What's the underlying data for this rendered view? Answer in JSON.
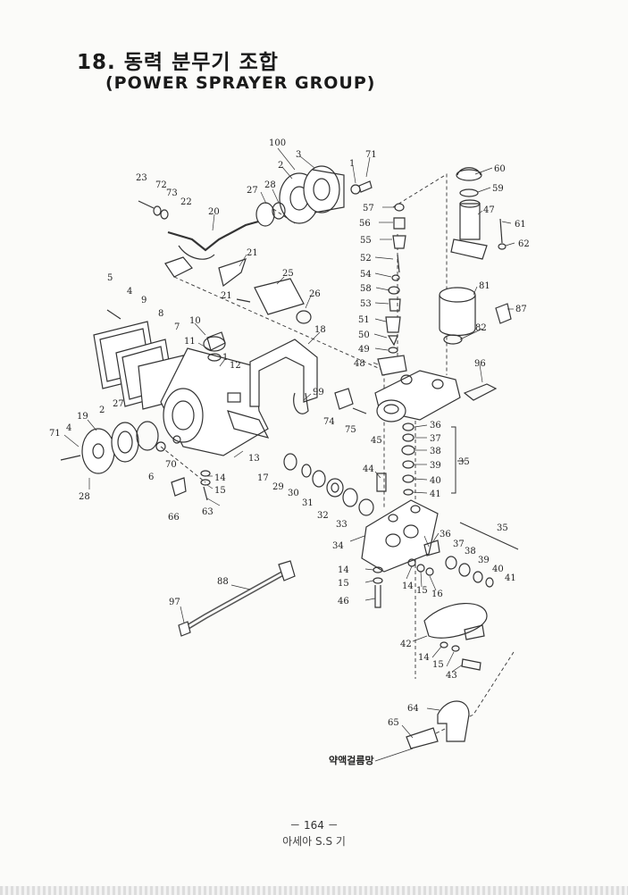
{
  "header": {
    "title_ko": "18. 동력 분무기 조합",
    "title_en": "(POWER SPRAYER GROUP)"
  },
  "callouts": [
    {
      "id": "p100",
      "label": "100"
    },
    {
      "id": "p3a",
      "label": "3"
    },
    {
      "id": "p2a",
      "label": "2"
    },
    {
      "id": "p1a",
      "label": "1"
    },
    {
      "id": "p71a",
      "label": "71"
    },
    {
      "id": "p23",
      "label": "23"
    },
    {
      "id": "p72",
      "label": "72"
    },
    {
      "id": "p73",
      "label": "73"
    },
    {
      "id": "p22",
      "label": "22"
    },
    {
      "id": "p27a",
      "label": "27"
    },
    {
      "id": "p28a",
      "label": "28"
    },
    {
      "id": "p20",
      "label": "20"
    },
    {
      "id": "p21a",
      "label": "21"
    },
    {
      "id": "p21b",
      "label": "21"
    },
    {
      "id": "p25",
      "label": "25"
    },
    {
      "id": "p26",
      "label": "26"
    },
    {
      "id": "p5",
      "label": "5"
    },
    {
      "id": "p4a",
      "label": "4"
    },
    {
      "id": "p9",
      "label": "9"
    },
    {
      "id": "p8",
      "label": "8"
    },
    {
      "id": "p7",
      "label": "7"
    },
    {
      "id": "p10",
      "label": "10"
    },
    {
      "id": "p11",
      "label": "11"
    },
    {
      "id": "p1b",
      "label": "1"
    },
    {
      "id": "p12",
      "label": "12"
    },
    {
      "id": "p18",
      "label": "18"
    },
    {
      "id": "p99",
      "label": "99"
    },
    {
      "id": "p74",
      "label": "74"
    },
    {
      "id": "p75",
      "label": "75"
    },
    {
      "id": "p45",
      "label": "45"
    },
    {
      "id": "p19",
      "label": "19"
    },
    {
      "id": "p2b",
      "label": "2"
    },
    {
      "id": "p27b",
      "label": "27"
    },
    {
      "id": "p71b",
      "label": "71"
    },
    {
      "id": "p4b",
      "label": "4"
    },
    {
      "id": "p28b",
      "label": "28"
    },
    {
      "id": "p6",
      "label": "6"
    },
    {
      "id": "p70",
      "label": "70"
    },
    {
      "id": "p14a",
      "label": "14"
    },
    {
      "id": "p15a",
      "label": "15"
    },
    {
      "id": "p13",
      "label": "13"
    },
    {
      "id": "p17",
      "label": "17"
    },
    {
      "id": "p29",
      "label": "29"
    },
    {
      "id": "p30",
      "label": "30"
    },
    {
      "id": "p31",
      "label": "31"
    },
    {
      "id": "p32",
      "label": "32"
    },
    {
      "id": "p33",
      "label": "33"
    },
    {
      "id": "p63",
      "label": "63"
    },
    {
      "id": "p66",
      "label": "66"
    },
    {
      "id": "p60",
      "label": "60"
    },
    {
      "id": "p59",
      "label": "59"
    },
    {
      "id": "p47",
      "label": "47"
    },
    {
      "id": "p61",
      "label": "61"
    },
    {
      "id": "p62",
      "label": "62"
    },
    {
      "id": "p57",
      "label": "57"
    },
    {
      "id": "p56",
      "label": "56"
    },
    {
      "id": "p55",
      "label": "55"
    },
    {
      "id": "p52",
      "label": "52"
    },
    {
      "id": "p54",
      "label": "54"
    },
    {
      "id": "p58",
      "label": "58"
    },
    {
      "id": "p53",
      "label": "53"
    },
    {
      "id": "p51",
      "label": "51"
    },
    {
      "id": "p50",
      "label": "50"
    },
    {
      "id": "p49",
      "label": "49"
    },
    {
      "id": "p48",
      "label": "48"
    },
    {
      "id": "p81",
      "label": "81"
    },
    {
      "id": "p87",
      "label": "87"
    },
    {
      "id": "p82",
      "label": "82"
    },
    {
      "id": "p96",
      "label": "96"
    },
    {
      "id": "p36a",
      "label": "36"
    },
    {
      "id": "p37a",
      "label": "37"
    },
    {
      "id": "p38a",
      "label": "38"
    },
    {
      "id": "p39a",
      "label": "39"
    },
    {
      "id": "p35a",
      "label": "35"
    },
    {
      "id": "p40a",
      "label": "40"
    },
    {
      "id": "p41a",
      "label": "41"
    },
    {
      "id": "p44",
      "label": "44"
    },
    {
      "id": "p34",
      "label": "34"
    },
    {
      "id": "p36b",
      "label": "36"
    },
    {
      "id": "p35b",
      "label": "35"
    },
    {
      "id": "p37b",
      "label": "37"
    },
    {
      "id": "p38b",
      "label": "38"
    },
    {
      "id": "p39b",
      "label": "39"
    },
    {
      "id": "p40b",
      "label": "40"
    },
    {
      "id": "p41b",
      "label": "41"
    },
    {
      "id": "p14b",
      "label": "14"
    },
    {
      "id": "p15b",
      "label": "15"
    },
    {
      "id": "p14c",
      "label": "14"
    },
    {
      "id": "p15c",
      "label": "15"
    },
    {
      "id": "p16",
      "label": "16"
    },
    {
      "id": "p46",
      "label": "46"
    },
    {
      "id": "p88",
      "label": "88"
    },
    {
      "id": "p97",
      "label": "97"
    },
    {
      "id": "p42",
      "label": "42"
    },
    {
      "id": "p14d",
      "label": "14"
    },
    {
      "id": "p15d",
      "label": "15"
    },
    {
      "id": "p43",
      "label": "43"
    },
    {
      "id": "p64",
      "label": "64"
    },
    {
      "id": "p65",
      "label": "65"
    }
  ],
  "annotation": "약액걸름망",
  "footer": {
    "page": "－ 164 －",
    "publisher": "아세아 S.S 기"
  }
}
